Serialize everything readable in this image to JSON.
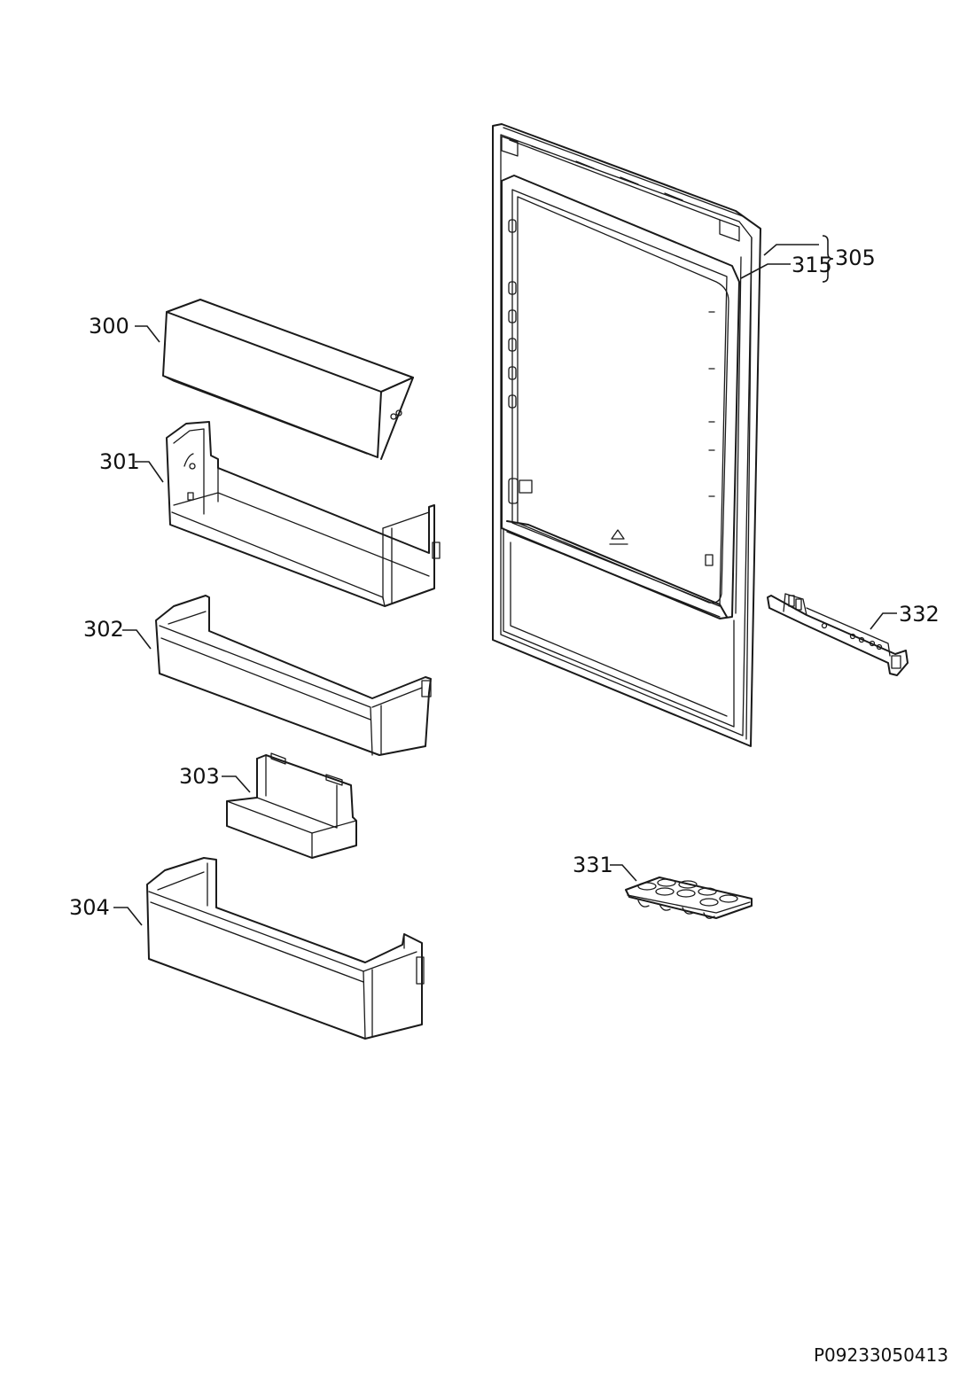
{
  "labels": {
    "p300": "300",
    "p301": "301",
    "p302": "302",
    "p303": "303",
    "p304": "304",
    "p305": "305",
    "p315": "315",
    "p331": "331",
    "p332": "332"
  },
  "document_id": "P09233050413",
  "colors": {
    "line": "#1a1a1a",
    "background": "#ffffff"
  }
}
